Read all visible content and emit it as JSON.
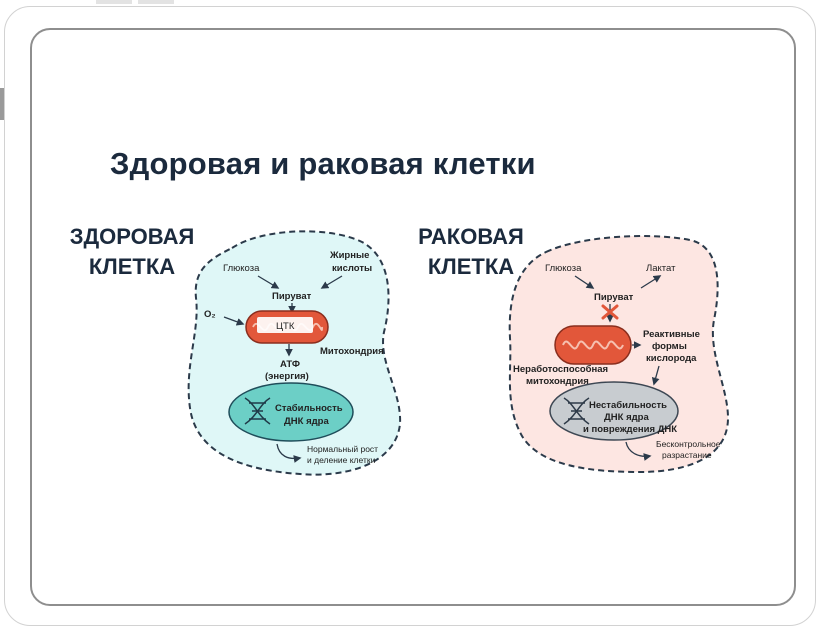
{
  "slide": {
    "title": "Здоровая и раковая клетки"
  },
  "healthy": {
    "title_line1": "ЗДОРОВАЯ",
    "title_line2": "КЛЕТКА",
    "glucose": "Глюкоза",
    "fatty1": "Жирные",
    "fatty2": "кислоты",
    "pyruvate": "Пируват",
    "o2": "O₂",
    "tca": "ЦТК",
    "mito": "Митохондрия",
    "atp": "АТФ",
    "energy": "(энергия)",
    "nucleus1": "Стабильность",
    "nucleus2": "ДНК ядра",
    "growth1": "Нормальный рост",
    "growth2": "и деление клетки"
  },
  "cancer": {
    "title_line1": "РАКОВАЯ",
    "title_line2": "КЛЕТКА",
    "glucose": "Глюкоза",
    "lactate": "Лактат",
    "pyruvate": "Пируват",
    "ros1": "Реактивные",
    "ros2": "формы",
    "ros3": "кислорода",
    "mito1": "Неработоспособная",
    "mito2": "митохондрия",
    "nucleus1": "Нестабильность",
    "nucleus2": "ДНК ядра",
    "nucleus3": "и повреждения ДНК",
    "growth1": "Бесконтрольное",
    "growth2": "разрастание"
  },
  "colors": {
    "healthy_fill": "#dff7f7",
    "cancer_fill": "#fde6e2",
    "mito": "#e2573a",
    "healthy_nucleus": "#6ccfc6",
    "cancer_nucleus": "#c8ccd0",
    "outline": "#2b3a4a"
  }
}
